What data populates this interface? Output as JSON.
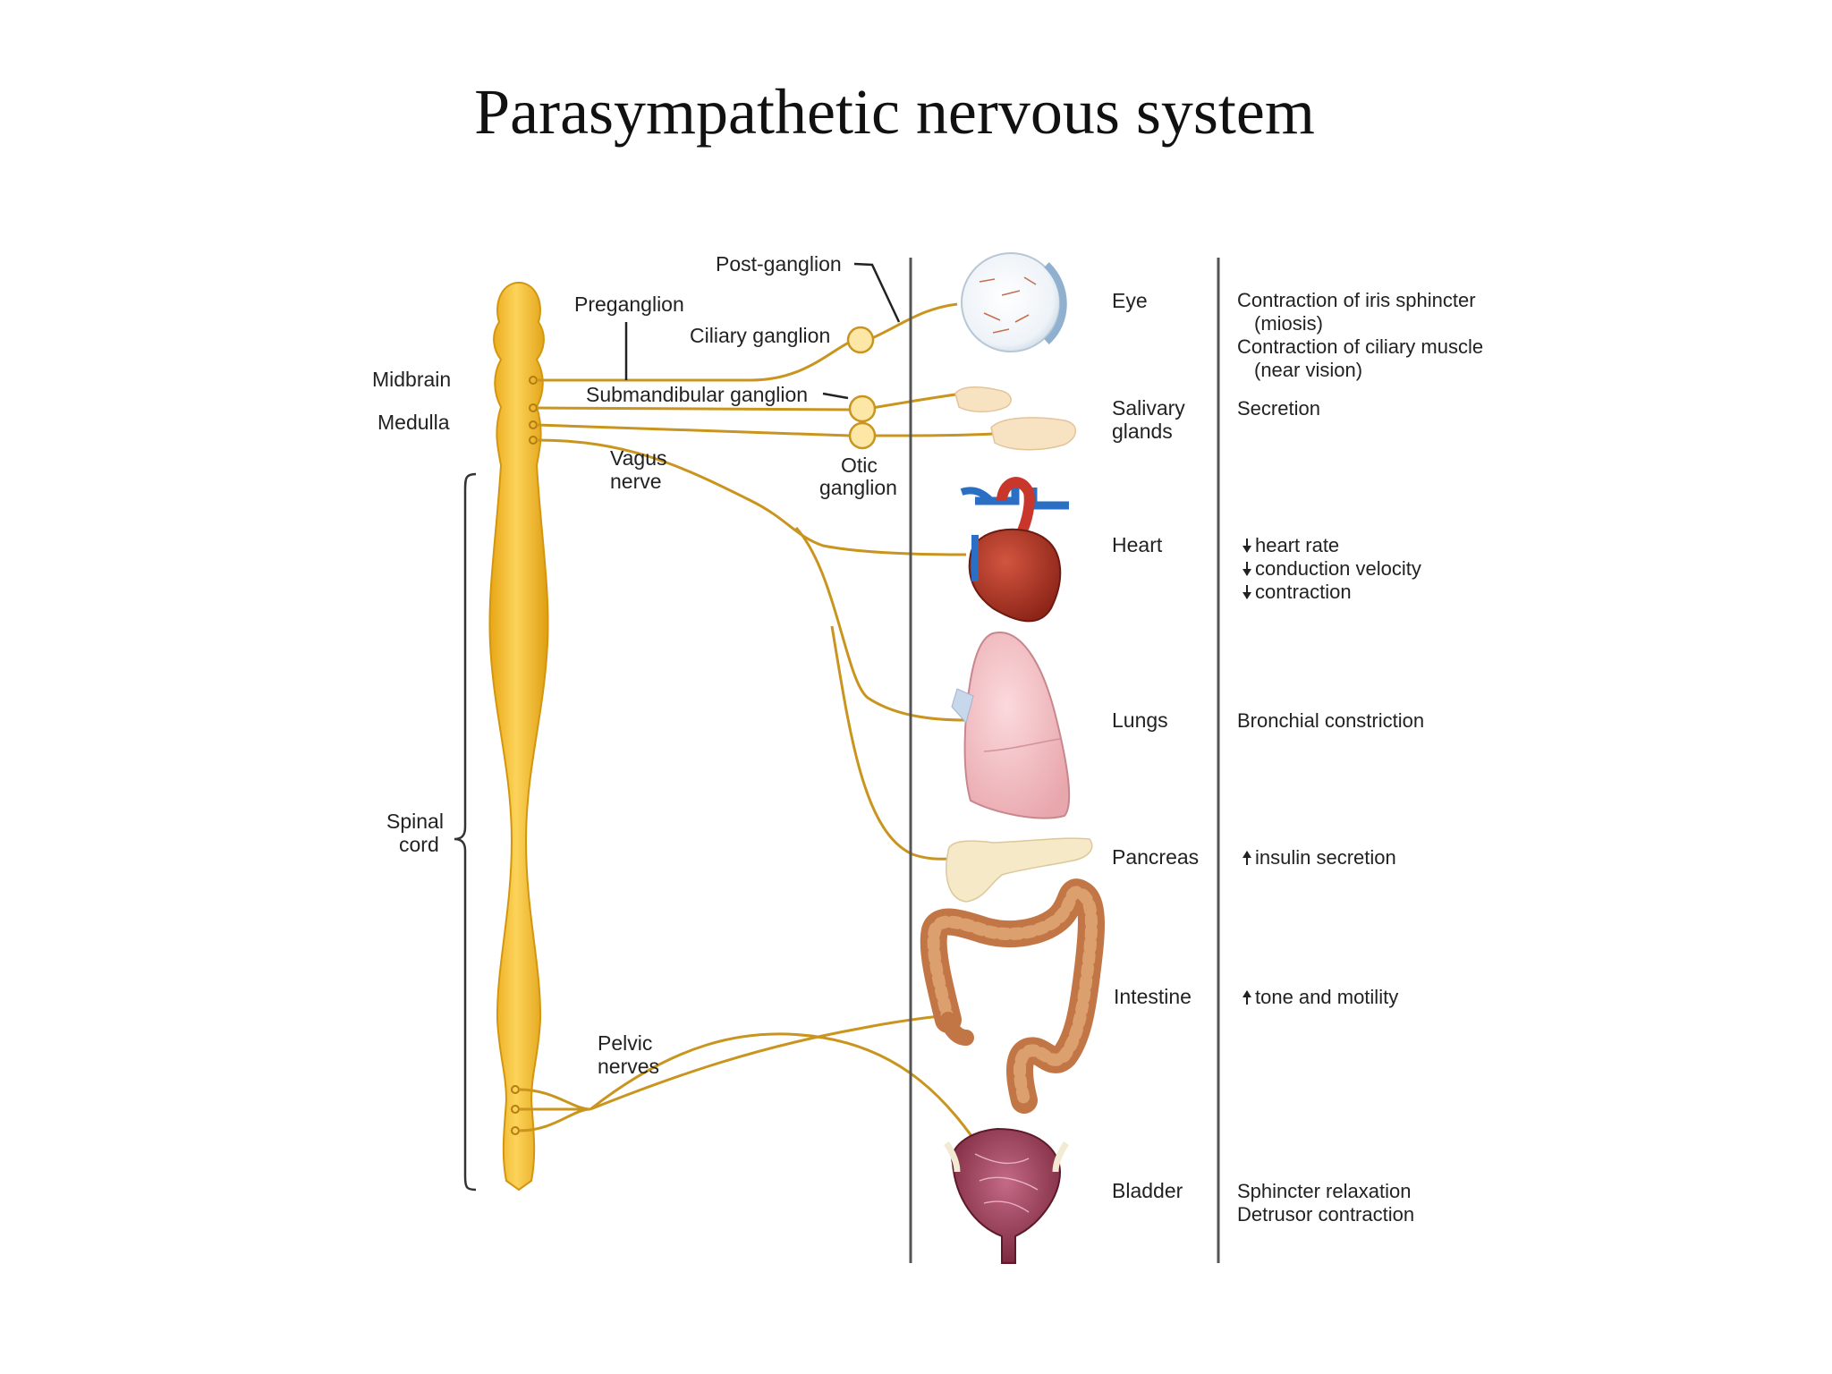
{
  "title": "Parasympathetic nervous system",
  "cns_labels": {
    "midbrain": "Midbrain",
    "medulla": "Medulla",
    "spinal_cord_1": "Spinal",
    "spinal_cord_2": "cord"
  },
  "nerve_labels": {
    "post_ganglion": "Post-ganglion",
    "preganglion": "Preganglion",
    "ciliary_ganglion": "Ciliary ganglion",
    "submandibular_ganglion": "Submandibular ganglion",
    "otic_1": "Otic",
    "otic_2": "ganglion",
    "vagus_1": "Vagus",
    "vagus_2": "nerve",
    "pelvic_1": "Pelvic",
    "pelvic_2": "nerves"
  },
  "organs": [
    {
      "name": "Eye",
      "effects": [
        "Contraction of iris sphincter",
        "(miosis)",
        "Contraction of ciliary muscle",
        "(near vision)"
      ]
    },
    {
      "name_lines": [
        "Salivary",
        "glands"
      ],
      "effects": [
        "Secretion"
      ]
    },
    {
      "name": "Heart",
      "effects": [
        "heart rate",
        "conduction velocity",
        "contraction"
      ],
      "arrow": "down"
    },
    {
      "name": "Lungs",
      "effects": [
        "Bronchial constriction"
      ]
    },
    {
      "name": "Pancreas",
      "effects": [
        "insulin secretion"
      ],
      "arrow": "up"
    },
    {
      "name": "Intestine",
      "effects": [
        "tone and motility"
      ],
      "arrow": "up"
    },
    {
      "name": "Bladder",
      "effects": [
        "Sphincter relaxation",
        "Detrusor contraction"
      ]
    }
  ],
  "colors": {
    "nerve": "#c9951e",
    "spinal_cord": "#f2b92c",
    "divider": "#555555"
  }
}
